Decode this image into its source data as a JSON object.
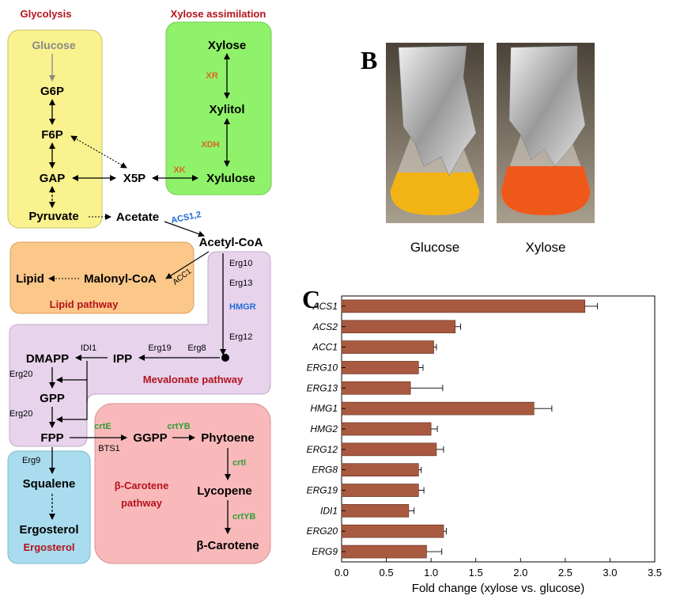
{
  "panel_a": {
    "headers": {
      "glycolysis": "Glycolysis",
      "xylose": "Xylose assimilation"
    },
    "metabolites": {
      "glucose": "Glucose",
      "g6p": "G6P",
      "f6p": "F6P",
      "gap": "GAP",
      "pyruvate": "Pyruvate",
      "x5p": "X5P",
      "xylose": "Xylose",
      "xylitol": "Xylitol",
      "xylulose": "Xylulose",
      "acetate": "Acetate",
      "acetylcoa": "Acetyl-CoA",
      "malonylcoa": "Malonyl-CoA",
      "lipid": "Lipid",
      "ipp": "IPP",
      "dmapp": "DMAPP",
      "gpp": "GPP",
      "fpp": "FPP",
      "ggpp": "GGPP",
      "phytoene": "Phytoene",
      "lycopene": "Lycopene",
      "bcarotene": "β-Carotene",
      "squalene": "Squalene",
      "ergosterol": "Ergosterol"
    },
    "enzymes": {
      "xr": "XR",
      "xdh": "XDH",
      "xk": "XK",
      "acs": "ACS1,2",
      "acc1": "ACC1",
      "erg10": "Erg10",
      "erg13": "Erg13",
      "hmgr": "HMGR",
      "erg12": "Erg12",
      "erg8": "Erg8",
      "erg19": "Erg19",
      "idi1": "IDI1",
      "erg20a": "Erg20",
      "erg20b": "Erg20",
      "erg9": "Erg9",
      "crte": "crtE",
      "bts1": "BTS1",
      "crtyb1": "crtYB",
      "crti": "crtI",
      "crtyb2": "crtYB"
    },
    "pathways": {
      "lipid": "Lipid pathway",
      "mevalonate": "Mevalonate pathway",
      "carotene_1": "β-Carotene",
      "carotene_2": "pathway",
      "ergosterol": "Ergosterol"
    },
    "colors": {
      "glycolysis_box": "#f9f28e",
      "xylose_box": "#90f26a",
      "lipid_box": "#fbc88a",
      "mevalonate_box": "#e7d3ec",
      "carotene_box": "#f9b9bb",
      "ergosterol_box": "#a9dcee",
      "header_red": "#b4121c",
      "enzyme_orange": "#d9691e",
      "enzyme_blue": "#1f6bd6",
      "enzyme_green": "#2d9e33"
    }
  },
  "panel_b": {
    "letter": "B",
    "labels": {
      "glucose": "Glucose",
      "xylose": "Xylose"
    },
    "colors": {
      "glucose_culture": "#f2b314",
      "xylose_culture": "#f0581a"
    }
  },
  "panel_c": {
    "letter": "C",
    "chart_data": {
      "type": "bar",
      "orientation": "horizontal",
      "categories": [
        "ACS1",
        "ACS2",
        "ACC1",
        "ERG10",
        "ERG13",
        "HMG1",
        "HMG2",
        "ERG12",
        "ERG8",
        "ERG19",
        "IDI1",
        "ERG20",
        "ERG9"
      ],
      "values": [
        2.72,
        1.27,
        1.03,
        0.86,
        0.77,
        2.15,
        1.0,
        1.06,
        0.86,
        0.86,
        0.75,
        1.14,
        0.95
      ],
      "errors": [
        0.14,
        0.06,
        0.03,
        0.05,
        0.36,
        0.2,
        0.07,
        0.08,
        0.03,
        0.06,
        0.06,
        0.03,
        0.17
      ],
      "xlabel": "Fold change (xylose vs. glucose)",
      "xlim": [
        0,
        3.5
      ],
      "xticks": [
        "0.0",
        "0.5",
        "1.0",
        "1.5",
        "2.0",
        "2.5",
        "3.0",
        "3.5"
      ],
      "bar_color": "#a9593f",
      "grid": false
    }
  }
}
